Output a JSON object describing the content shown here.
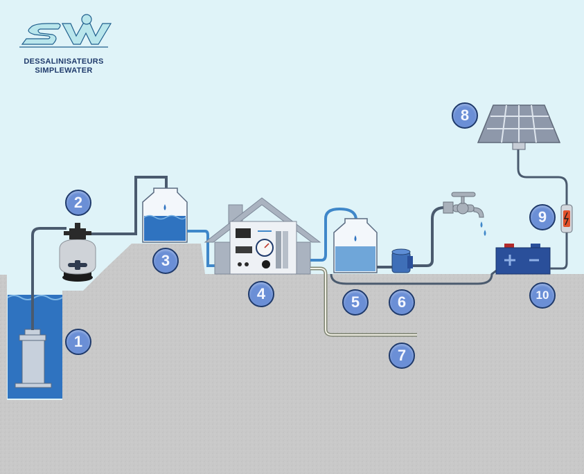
{
  "brand": {
    "logo_text": "SW",
    "line1": "DESSALINISATEURS",
    "line2": "SIMPLEWATER"
  },
  "badges": [
    "1",
    "2",
    "3",
    "4",
    "5",
    "6",
    "7",
    "8",
    "9",
    "10"
  ],
  "colors": {
    "sky": "#dff3f8",
    "ground": "#c9c9c9",
    "water": "#2f73c0",
    "pipe": "#4a5a6e",
    "blue_pipe": "#3f87c9",
    "badge_fill": "#6b8fd6",
    "badge_border": "#1f3a6b",
    "battery": "#2a4f9a",
    "solar": "#8e98aa"
  }
}
